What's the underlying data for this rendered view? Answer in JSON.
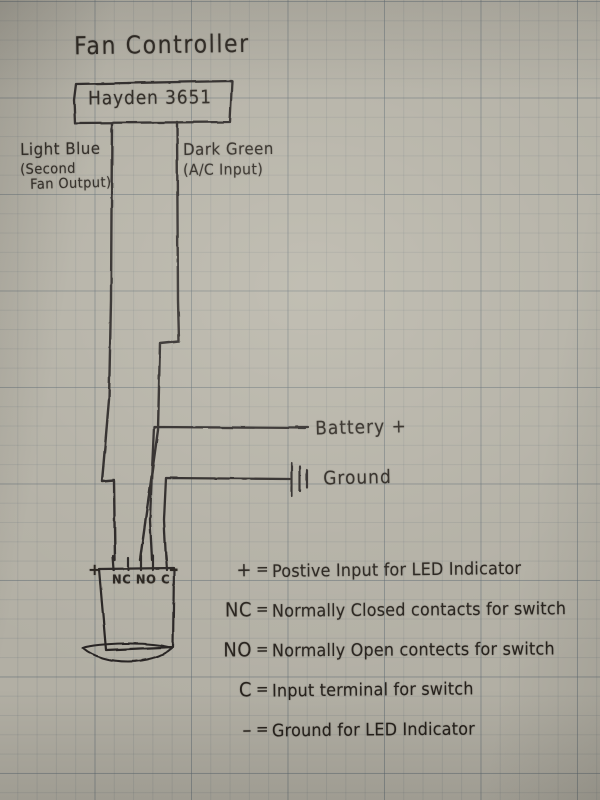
{
  "diagram": {
    "title": "Fan Controller",
    "module": {
      "label": "Hayden 3651"
    },
    "wires": [
      {
        "name": "light-blue",
        "label_line1": "Light Blue",
        "label_line2": "(Second",
        "label_line3": "Fan Output)"
      },
      {
        "name": "dark-green",
        "label_line1": "Dark Green",
        "label_line2": "(A/C Input)"
      }
    ],
    "connections": [
      {
        "name": "battery-positive",
        "label": "Battery +"
      },
      {
        "name": "ground",
        "label": "Ground"
      }
    ],
    "switch": {
      "terminal_plus": "+",
      "terminal_minus": "–",
      "terminal_row": "NC NO C"
    },
    "legend": [
      {
        "symbol": "+",
        "eq": "=",
        "text": "Postive Input for LED Indicator"
      },
      {
        "symbol": "NC",
        "eq": "=",
        "text": "Normally Closed contacts for switch"
      },
      {
        "symbol": "NO",
        "eq": "=",
        "text": "Normally Open contects for switch"
      },
      {
        "symbol": "C",
        "eq": "=",
        "text": "Input terminal for switch"
      },
      {
        "symbol": "–",
        "eq": "=",
        "text": "Ground for LED Indicator"
      }
    ],
    "colors": {
      "ink": "#241f1a",
      "paper": "#b2afa4",
      "grid": "#5c6870"
    }
  }
}
